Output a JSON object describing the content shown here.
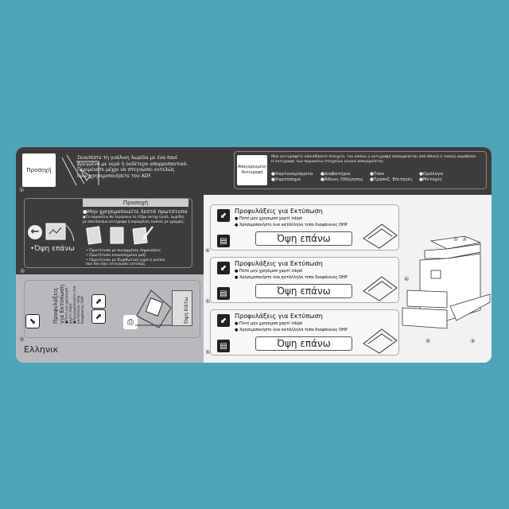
{
  "top": {
    "caution_label": "Προσοχή",
    "caution_text": [
      "Σκουπίστε τη γυάλινη λωρίδα με ένα πανί",
      "βρεγμένο με νερό ή ουδέτερο απορρυπαντικό.",
      "Περιμένετε μέχρι να στεγνώσει εντελώς",
      "πριν χρησιμοποιήσετε τον ADF."
    ],
    "prohibited_label": "Απαγορευμένη Αντιγραφή",
    "prohibited_text": [
      "Μην αντιγράφετε οποιοδήποτε στοιχείο, του οποίου η αντιγραφή απαγορεύεται από εθνική ή τοπική νομοθεσία.",
      "Η αντιγραφή των παρακάτω στοιχείων γενικά απαγορεύεται:"
    ],
    "items": [
      "●Χαρτονομίσματα",
      "●Διαβατήρια",
      "●Τσεκ",
      "●Ομόλογα",
      "●Χαρτόσημα",
      "●Άδειες Οδήγησης",
      "●Τραπεζ. Επιταγές",
      "●Μετοχές"
    ],
    "marker": "①"
  },
  "panel2": {
    "header": "Προσοχή",
    "face_up": "•Όψη επάνω",
    "line1": "●Μην χρησιμοποιείτε λεπτά πρωτότυπα",
    "line2": [
      "●Τα παρακάτω θα λερώσουν το τζάμι σκτηρ (γυάλ. λωρίδα)",
      "με αποτέλεσμα αντίγραφα ή σαρωμένες εικόνες με γραμμές."
    ],
    "bullets": [
      "• Πρωτότυπα με συνημμένες σημειώσεις",
      "• Πρωτότυπα επικολλημένα μαζί",
      "• Πρωτότυπα με διορθωτικό υγρό ή μελάνι",
      "  που δεν έχει στεγνώσει εντελώς"
    ],
    "marker": "②"
  },
  "panel3": {
    "title": [
      "Προφυλάξεις",
      "για Εκτύπωση"
    ],
    "b1": [
      "●Ποτέ μην χρησιμοπ",
      "χαρτί Inkjet"
    ],
    "b2": [
      "●Χρησιμοποιήστε ένα",
      "κατάλληλο τύπο",
      "διαφάνειας OHP"
    ],
    "face_down": "Όψη Κάτω",
    "language": "Ελληνικ",
    "marker": "③"
  },
  "cards": [
    {
      "title": "Προφυλάξεις για Εκτύπωση",
      "b1": "● Ποτέ μην χρησιμοπ χαρτί inkjet",
      "b2": "● Χρησιμοποιήστε ένα κατάλληλο τύπο διαφάνειας OHP",
      "face": "Όψη επάνω",
      "marker": "④"
    },
    {
      "title": "Προφυλάξεις για Εκτύπωση",
      "b1": "● Ποτέ μην χρησιμοπ χαρτί inkjet",
      "b2": "● Χρησιμοποιήστε ένα κατάλληλο τύπο διαφάνειας OHP",
      "face": "Όψη επάνω",
      "marker": "⑤"
    },
    {
      "title": "Προφυλάξεις για Εκτύπωση",
      "b1": "● Ποτέ μην χρησιμοπ χαρτί inkjet",
      "b2": "● Χρησιμοποιήστε ένα κατάλληλο τύπο διαφάνειας OHP",
      "face": "Όψη επάνω",
      "marker": "⑤"
    }
  ],
  "printer_markers": [
    "①",
    "②",
    "④",
    "⑤",
    "③"
  ],
  "colors": {
    "background": "#4ea5b9",
    "dark": "#3e3c3a",
    "gray": "#b9b9bd"
  }
}
